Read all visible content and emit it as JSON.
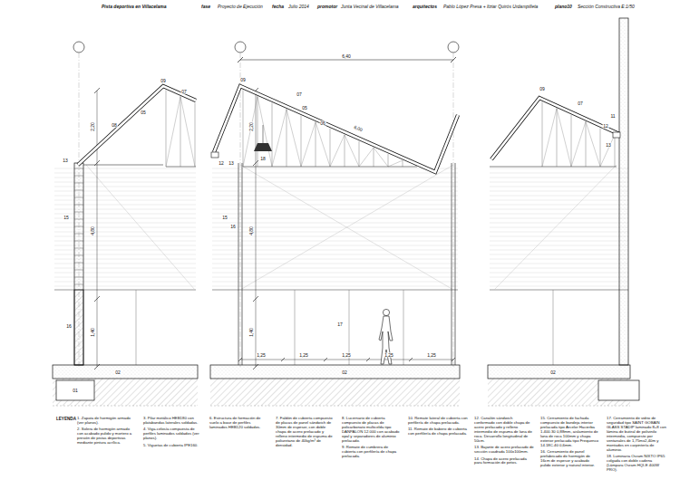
{
  "diagram": {
    "title": "Pista deportiva en Villacelama",
    "labels": [
      "fase",
      "Proyecto de Ejecución",
      "fecha",
      "Julio 2014",
      "promotor",
      "Junta Vecinal de Villacelama",
      "arquitectos",
      "Pablo López Presa + Itziar Quirós Urdampilleta",
      "plano10",
      "Sección Constructiva E:1/50",
      "6,40",
      "09",
      "07",
      "08",
      "05",
      "13",
      "2,20",
      "15",
      "4,80",
      "16",
      "1,40",
      "02",
      "01",
      "09",
      "07",
      "05",
      "06",
      "12",
      "13",
      "18",
      "6,00",
      "2,20",
      "15",
      "16",
      "4,80",
      "1,40",
      "17",
      "1,25",
      "1,25",
      "1,25",
      "1,25",
      "1,25",
      "02",
      "09",
      "07",
      "11",
      "12",
      "13",
      "02",
      "LEYENDA",
      "1. Zapata de hormigón armado (ver planos).",
      "2. Solera de hormigón armado con acabado pulido y mortero a presión de pistas deportivas mediante pintura acrílica.",
      "3. Pilar metálico HEB180 con platabandas laterales soldadas.",
      "4. Viga-celosía compuesta de perfiles laminados soldados (ver planos).",
      "5. Viguetas de cubierta IPE160.",
      "6. Estructura de formación de suelo a base de perfiles laminados HEB120 soldados.",
      "7. Faldón de cubierta compuesto de placas de panel sándwich de 30mm de espesor, con doble chapa de acero prelacado y relleno intermedio de espuma de poliuretano de 40kg/m³ de densidad.",
      "8. Lucernario de cubierta compuesto de placas de policarbonato multicelda tipo DANPALON 12.000 con acabado opal y separadores de aluminio prelacado.",
      "9. Remate de cumbrera de cubierta con perfilería de chapa prelacada.",
      "10. Remate lateral de cubierta con perfilería de chapa prelacada.",
      "11. Remate de babero de cubierta con perfilería de chapa prelacada.",
      "12. Canalón sándwich conformado con doble chapa de acero prelacado y relleno intermedio de espuma de lana de roca. Desarrollo longitudinal de 50cm.",
      "13. Bajante de acero prelacado de sección cuadrada 100x100mm.",
      "14. Chapa de acero prelacada para formación de petos.",
      "15. Cerramiento de fachada compuesto de bandeja interior prelacada tipo Arcelor Hacierba 1.400.30 0,88mm, aislamiento de lana de roca 100mm y chapa exterior prelacada tipo Frequenco 14.18C.40 0,6mm.",
      "16. Cerramiento de panel prefabricado de hormigón de 16cm de espesor y acabado pulido exterior y natural interior.",
      "17. Cerramiento de vidrio de seguridad tipo SAINT GOBAIN GLASS STADIP laminado 8+8 con lámina de butiral de polivinilo intermedia, compuesto por ventanales de 1,75mx2,40m y montados en carpintería de aluminio.",
      "18. Luminaria Osram NIXTO IP65 colgada con doble cadena (Lámpara Osram HQI-E 400W PRO)."
    ]
  }
}
